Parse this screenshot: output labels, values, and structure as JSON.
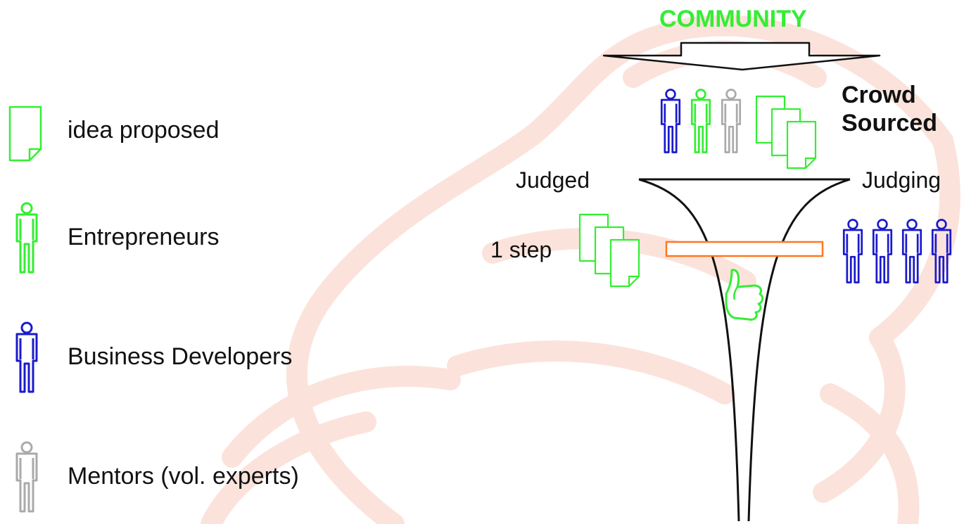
{
  "legend": {
    "items": [
      {
        "label": "idea proposed",
        "icon": "document-icon",
        "color": "#33ee33"
      },
      {
        "label": "Entrepreneurs",
        "icon": "person-icon",
        "color": "#33ee33"
      },
      {
        "label": "Business Developers",
        "icon": "person-icon",
        "color": "#1a1acc"
      },
      {
        "label": "Mentors (vol. experts)",
        "icon": "person-icon",
        "color": "#aaaaaa"
      }
    ]
  },
  "diagram": {
    "community_label": "COMMUNITY",
    "crowd_line1": "Crowd",
    "crowd_line2": "Sourced",
    "judged_label": "Judged",
    "judging_label": "Judging",
    "step_label": "1 step"
  },
  "colors": {
    "green": "#33ee33",
    "blue": "#1a1acc",
    "gray": "#aaaaaa",
    "filter_bar": "#ff7722",
    "background_sketch": "#fbe3dc"
  }
}
